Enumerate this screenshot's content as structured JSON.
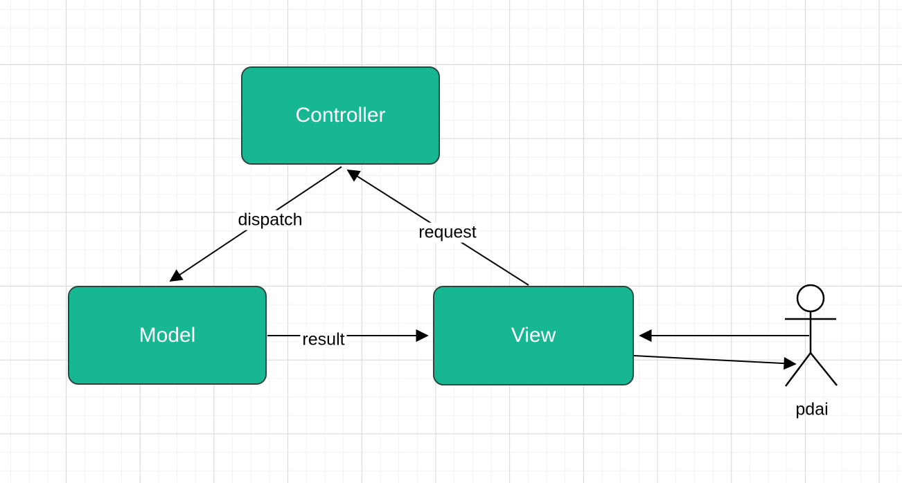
{
  "diagram": {
    "type": "mvc-flow-diagram",
    "nodes": [
      {
        "id": "controller",
        "label": "Controller"
      },
      {
        "id": "model",
        "label": "Model"
      },
      {
        "id": "view",
        "label": "View"
      }
    ],
    "edges": [
      {
        "id": "dispatch",
        "label": "dispatch",
        "from": "Controller",
        "to": "Model"
      },
      {
        "id": "request",
        "label": "request",
        "from": "View",
        "to": "Controller"
      },
      {
        "id": "result",
        "label": "result",
        "from": "Model",
        "to": "View"
      },
      {
        "id": "actor-to-view",
        "label": "",
        "from": "pdai",
        "to": "View"
      },
      {
        "id": "view-to-actor",
        "label": "",
        "from": "View",
        "to": "pdai"
      }
    ],
    "actor": {
      "id": "pdai",
      "label": "pdai"
    },
    "colors": {
      "node_fill": "#18b794",
      "node_border": "#2b463e",
      "node_text": "#ffffff",
      "edge": "#000000",
      "edge_label_text": "#000000",
      "edge_label_background": "#ffffff",
      "grid_minor": "#f2f2f2",
      "grid_major": "#d7d7d7",
      "background": "#ffffff"
    }
  }
}
